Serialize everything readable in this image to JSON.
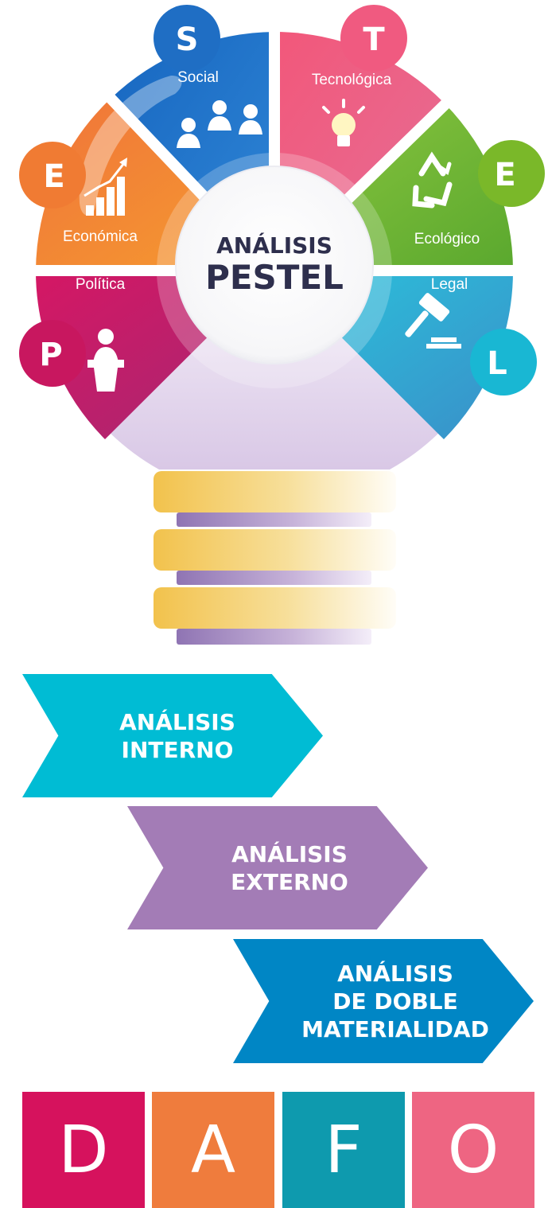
{
  "pestel": {
    "center": {
      "line1": "ANÁLISIS",
      "line2": "PESTEL"
    },
    "segments": [
      {
        "letter": "S",
        "label": "Social",
        "color": "#1f73c8",
        "icon": "people-icon"
      },
      {
        "letter": "T",
        "label": "Tecnológica",
        "color": "#ef5f86",
        "icon": "lightbulb-icon"
      },
      {
        "letter": "E",
        "label": "Ecológico",
        "color": "#7ab829",
        "icon": "recycle-icon"
      },
      {
        "letter": "L",
        "label": "Legal",
        "color": "#1bb7d3",
        "icon": "gavel-icon"
      },
      {
        "letter": "P",
        "label": "Política",
        "color": "#c2195f",
        "icon": "speaker-podium-icon"
      },
      {
        "letter": "E",
        "label": "Económica",
        "color": "#f07b33",
        "icon": "growth-chart-icon"
      }
    ]
  },
  "steps": {
    "interno": {
      "line1": "ANÁLISIS",
      "line2": "INTERNO",
      "color": "#00bcd4"
    },
    "externo": {
      "line1": "ANÁLISIS",
      "line2": "EXTERNO",
      "color": "#a37cb6"
    },
    "doble": {
      "line1": "ANÁLISIS",
      "line2": "DE DOBLE",
      "line3": "MATERIALIDAD",
      "color": "#0086c5"
    }
  },
  "dafo": [
    {
      "letter": "D",
      "color": "#d6125d"
    },
    {
      "letter": "A",
      "color": "#ef7c3d"
    },
    {
      "letter": "F",
      "color": "#0e9aae"
    },
    {
      "letter": "O",
      "color": "#ee6582"
    }
  ]
}
